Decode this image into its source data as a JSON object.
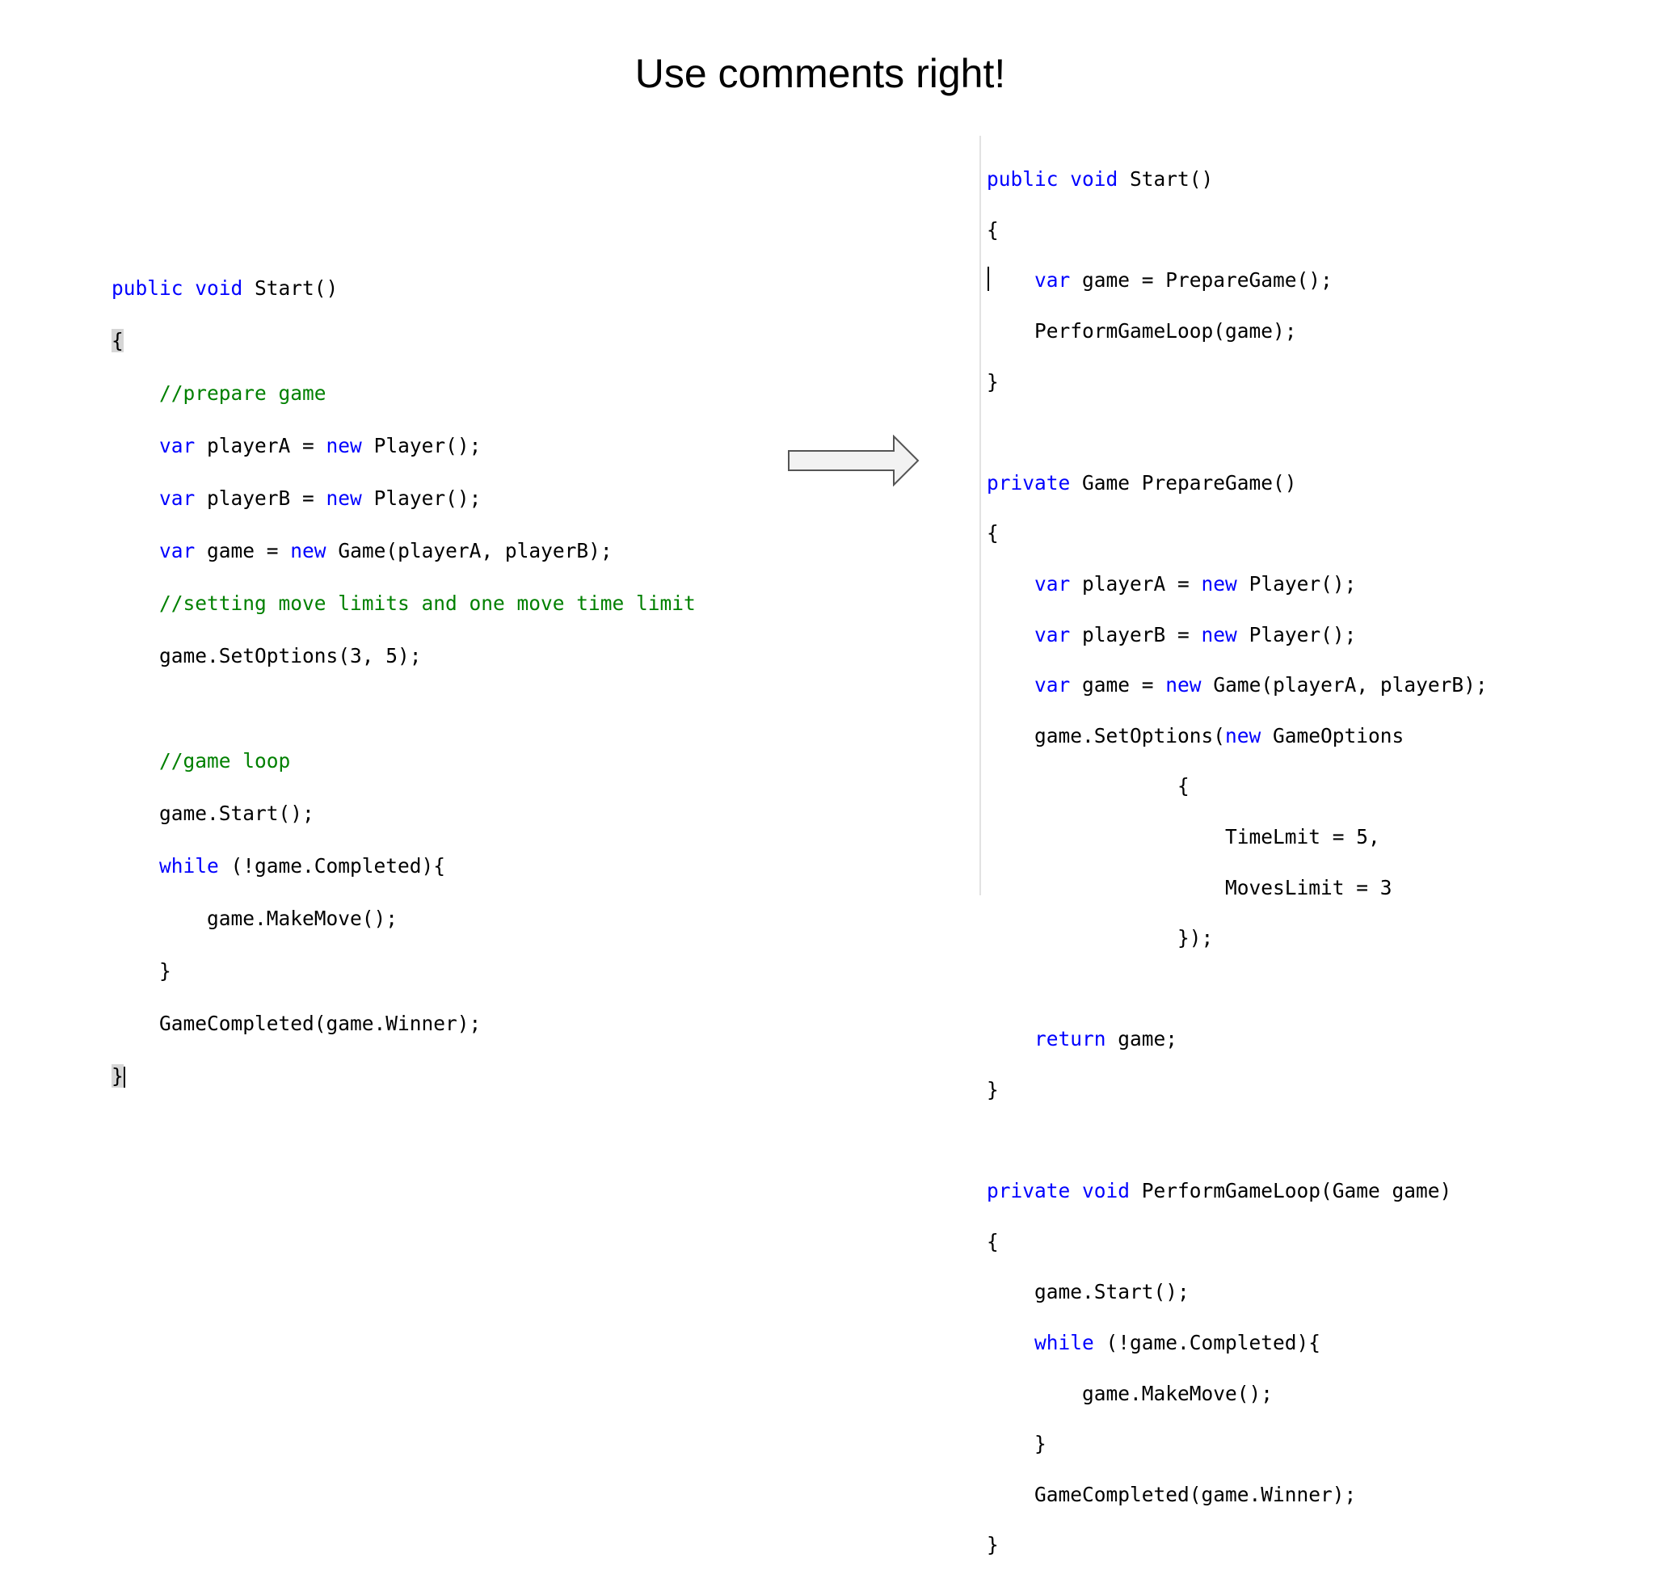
{
  "slide": {
    "title": "Use comments right!"
  },
  "left_code": {
    "l1_kw1": "public",
    "l1_kw2": "void",
    "l1_rest": " Start()",
    "l2_brace": "{",
    "l3_comment": "//prepare game",
    "l4_kw": "var",
    "l4_mid": " playerA = ",
    "l4_kw2": "new",
    "l4_rest": " Player();",
    "l5_kw": "var",
    "l5_mid": " playerB = ",
    "l5_kw2": "new",
    "l5_rest": " Player();",
    "l6_kw": "var",
    "l6_mid": " game = ",
    "l6_kw2": "new",
    "l6_rest": " Game(playerA, playerB);",
    "l7_comment": "//setting move limits and one move time limit",
    "l8": "game.SetOptions(3, 5);",
    "l10_comment": "//game loop",
    "l11": "game.Start();",
    "l12_kw": "while",
    "l12_rest": " (!game.Completed){",
    "l13": "game.MakeMove();",
    "l14": "}",
    "l15": "GameCompleted(game.Winner);",
    "l16_brace": "}"
  },
  "right_code": {
    "r1_kw1": "public",
    "r1_kw2": "void",
    "r1_rest": " Start()",
    "r2": "{",
    "r3_kw": "var",
    "r3_rest": " game = PrepareGame();",
    "r4": "PerformGameLoop(game);",
    "r5": "}",
    "r7_kw": "private",
    "r7_rest": " Game PrepareGame()",
    "r8": "{",
    "r9_kw": "var",
    "r9_mid": " playerA = ",
    "r9_kw2": "new",
    "r9_rest": " Player();",
    "r10_kw": "var",
    "r10_mid": " playerB = ",
    "r10_kw2": "new",
    "r10_rest": " Player();",
    "r11_kw": "var",
    "r11_mid": " game = ",
    "r11_kw2": "new",
    "r11_rest": " Game(playerA, playerB);",
    "r12_pre": "game.SetOptions(",
    "r12_kw": "new",
    "r12_rest": " GameOptions",
    "r13": "{",
    "r14": "TimeLmit = 5,",
    "r15": "MovesLimit = 3",
    "r16": "});",
    "r18_kw": "return",
    "r18_rest": " game;",
    "r19": "}",
    "r21_kw1": "private",
    "r21_kw2": "void",
    "r21_rest": " PerformGameLoop(Game game)",
    "r22": "{",
    "r23": "game.Start();",
    "r24_kw": "while",
    "r24_rest": " (!game.Completed){",
    "r25": "game.MakeMove();",
    "r26": "}",
    "r27": "GameCompleted(game.Winner);",
    "r28": "}"
  },
  "colors": {
    "keyword": "#0000ff",
    "comment": "#008000",
    "text": "#000000"
  },
  "icons": {
    "arrow": "right-arrow-icon"
  }
}
